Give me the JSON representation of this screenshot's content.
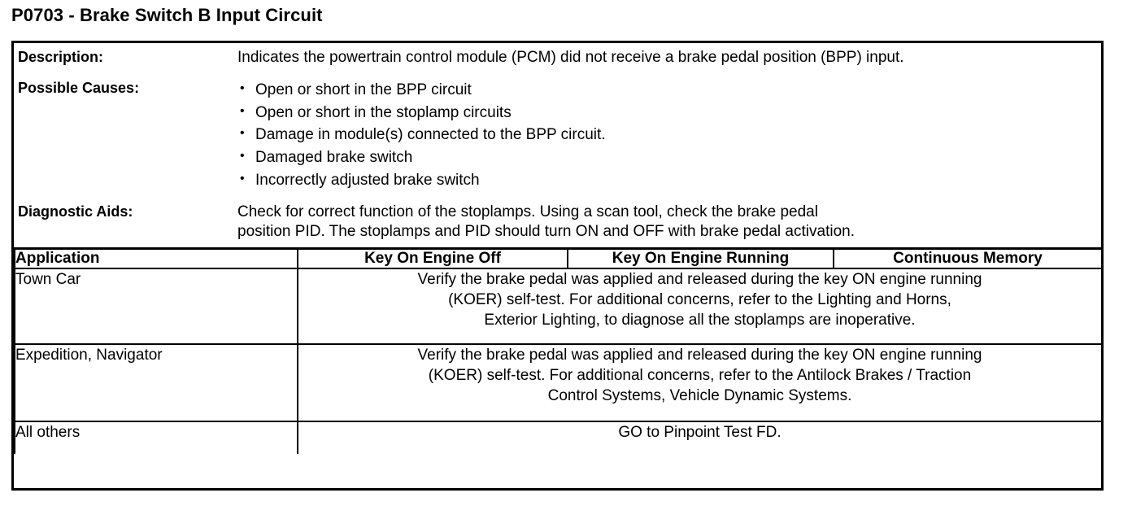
{
  "document": {
    "title": "P0703 - Brake Switch B Input Circuit"
  },
  "info": {
    "description": {
      "label": "Description:",
      "text": "Indicates the powertrain control module (PCM) did not receive a brake pedal position (BPP) input."
    },
    "possible_causes": {
      "label": "Possible Causes:",
      "bullet_glyph": "•",
      "items": [
        "Open or short in the BPP circuit",
        "Open or short in the stoplamp circuits",
        "Damage in module(s) connected to the BPP circuit.",
        "Damaged brake switch",
        "Incorrectly adjusted brake switch"
      ]
    },
    "diagnostic_aids": {
      "label": "Diagnostic Aids:",
      "lines": [
        "Check for correct function of the stoplamps. Using a scan tool, check the brake pedal",
        "position PID. The stoplamps and PID should turn ON and OFF with brake pedal activation."
      ]
    }
  },
  "table": {
    "headers": [
      "Application",
      "Key On Engine Off",
      "Key On Engine Running",
      "Continuous Memory"
    ],
    "rows": [
      {
        "application_lines": [
          "Town Car"
        ],
        "merged_lines": [
          "Verify the brake pedal was applied and released during the key ON engine running",
          "(KOER) self-test. For additional concerns, refer to the Lighting and Horns,",
          "Exterior Lighting, to diagnose all the stoplamps are inoperative."
        ]
      },
      {
        "application_lines": [
          "Expedition,",
          "Navigator"
        ],
        "merged_lines": [
          "Verify the brake pedal was applied and released during the key ON engine running",
          "(KOER) self-test. For additional concerns, refer to the Antilock Brakes / Traction",
          "Control Systems, Vehicle Dynamic Systems."
        ]
      },
      {
        "application_lines": [
          "All others"
        ],
        "merged_lines": [
          "GO to Pinpoint Test FD."
        ]
      }
    ]
  },
  "colors": {
    "ink": "#000000",
    "paper": "#ffffff"
  }
}
